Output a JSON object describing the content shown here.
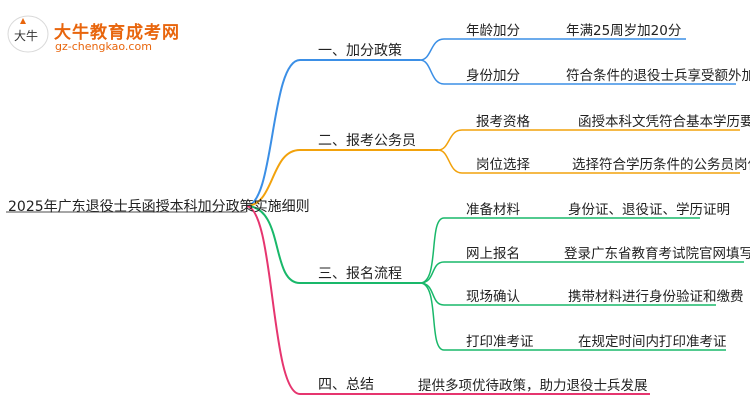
{
  "logo": {
    "name_cn": "大牛教育成考网",
    "domain": "gz-chengkao.com",
    "seal_text": "大牛"
  },
  "colors": {
    "branch1": "#3b8fe6",
    "branch2": "#f2a20c",
    "branch3": "#19b86a",
    "branch4": "#e6356f",
    "root_line": "#888888",
    "logo_orange": "#e8650c"
  },
  "mindmap": {
    "root": "2025年广东退役士兵函授本科加分政策实施细则",
    "branches": [
      {
        "label": "一、加分政策",
        "items": [
          {
            "label": "年龄加分",
            "desc": "年满25周岁加20分"
          },
          {
            "label": "身份加分",
            "desc": "符合条件的退役士兵享受额外加分"
          }
        ]
      },
      {
        "label": "二、报考公务员",
        "items": [
          {
            "label": "报考资格",
            "desc": "函授本科文凭符合基本学历要求"
          },
          {
            "label": "岗位选择",
            "desc": "选择符合学历条件的公务员岗位"
          }
        ]
      },
      {
        "label": "三、报名流程",
        "items": [
          {
            "label": "准备材料",
            "desc": "身份证、退役证、学历证明"
          },
          {
            "label": "网上报名",
            "desc": "登录广东省教育考试院官网填写信息"
          },
          {
            "label": "现场确认",
            "desc": "携带材料进行身份验证和缴费"
          },
          {
            "label": "打印准考证",
            "desc": "在规定时间内打印准考证"
          }
        ]
      },
      {
        "label": "四、总结",
        "summary": "提供多项优待政策，助力退役士兵发展"
      }
    ]
  }
}
